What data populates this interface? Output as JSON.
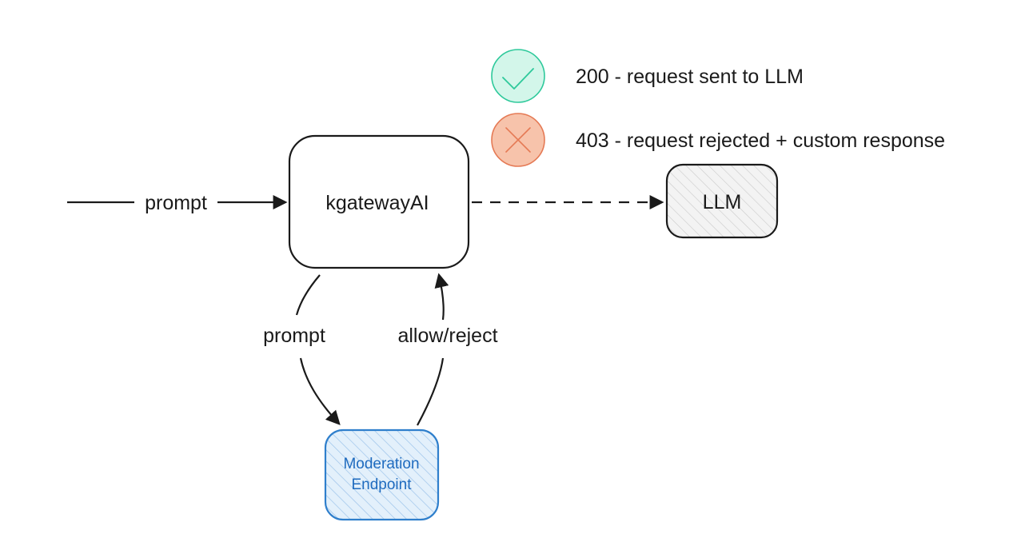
{
  "nodes": {
    "gateway": {
      "label": "kgatewayAI"
    },
    "llm": {
      "label": "LLM"
    },
    "moderation": {
      "label_line1": "Moderation",
      "label_line2": "Endpoint"
    }
  },
  "edges": {
    "incoming_prompt": {
      "label": "prompt"
    },
    "gateway_to_moderation": {
      "label": "prompt"
    },
    "moderation_to_gateway": {
      "label": "allow/reject"
    }
  },
  "legend": {
    "success": {
      "text": "200 - request sent to LLM",
      "icon": "check-icon",
      "color": "#2ec99b",
      "fill": "#d3f6ea"
    },
    "rejected": {
      "text": "403 - request rejected + custom response",
      "icon": "cross-icon",
      "color": "#e57a55",
      "fill": "#f7c3ab"
    }
  },
  "colors": {
    "stroke": "#1a1a1a",
    "moderation_stroke": "#2f7fcc",
    "moderation_text": "#1f6bbf",
    "moderation_fill": "#e3f0fb",
    "llm_fill": "#f3f3f3"
  }
}
